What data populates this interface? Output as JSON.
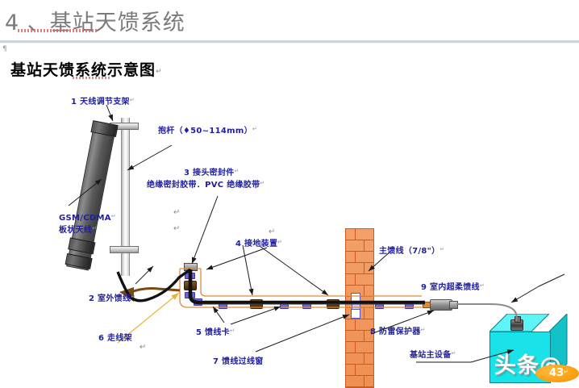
{
  "header": {
    "title": "4 、基站天馈系统",
    "subtitle": "基站天馈系统示意图",
    "subtitle_return": "↵",
    "pilcrow": "¶"
  },
  "diagram": {
    "labels": [
      {
        "id": "antenna-adjust-bracket",
        "text": "1 天线调节支架",
        "tail": "↵"
      },
      {
        "id": "mounting-pole",
        "text": "抱杆（♦50~114mm）",
        "tail": "↵"
      },
      {
        "id": "connector-seal",
        "text": "3 接头密封件",
        "tail": "↵"
      },
      {
        "id": "sealing-tape",
        "text": "绝缘密封胶带．PVC 绝缘胶带",
        "tail": "↵"
      },
      {
        "id": "gsm-cdma-antenna-1",
        "text": "GSM/CDMA",
        "tail": "↵"
      },
      {
        "id": "gsm-cdma-antenna-2",
        "text": "板状天线",
        "tail": "↵"
      },
      {
        "id": "outdoor-feeder",
        "text": "2 室外馈线",
        "tail": "↵"
      },
      {
        "id": "grounding-device",
        "text": "4 接地装置",
        "tail": "↵"
      },
      {
        "id": "cable-tray",
        "text": "6 走线架",
        "tail": ""
      },
      {
        "id": "feeder-clamp",
        "text": "5 馈线卡",
        "tail": "↵"
      },
      {
        "id": "feeder-window",
        "text": "7 馈线过线窗",
        "tail": ""
      },
      {
        "id": "main-feeder",
        "text": "主馈线（7/8\"）",
        "tail": "↵"
      },
      {
        "id": "indoor-jumper",
        "text": "9 室内超柔馈线",
        "tail": "↵"
      },
      {
        "id": "lightning-protector",
        "text": "8 防雷保护器",
        "tail": "↵"
      },
      {
        "id": "base-station-equipment",
        "text": "基站主设备",
        "tail": "↵"
      }
    ],
    "return_marks": [
      "↵",
      "↵",
      "↵",
      "↵"
    ]
  },
  "watermark": {
    "text": "头条@"
  },
  "page": {
    "number": "43",
    "tail": "↵"
  },
  "colors": {
    "label_blue": "#1f1f9c",
    "header_gray": "#7b7b7b",
    "rule_blue": "#c9d6e2",
    "brick_orange": "#ef8f52",
    "tray_orange": "#e08a3a",
    "clamp_purple": "#6a64e0",
    "ground_brown": "#5e3a12",
    "equipment_cyan": "#19e3e8",
    "badge_orange": "#f79d12",
    "cable_black": "#111111",
    "tray_arrow_brown": "#7a4a10",
    "pointer_gold": "#e8b33a"
  }
}
